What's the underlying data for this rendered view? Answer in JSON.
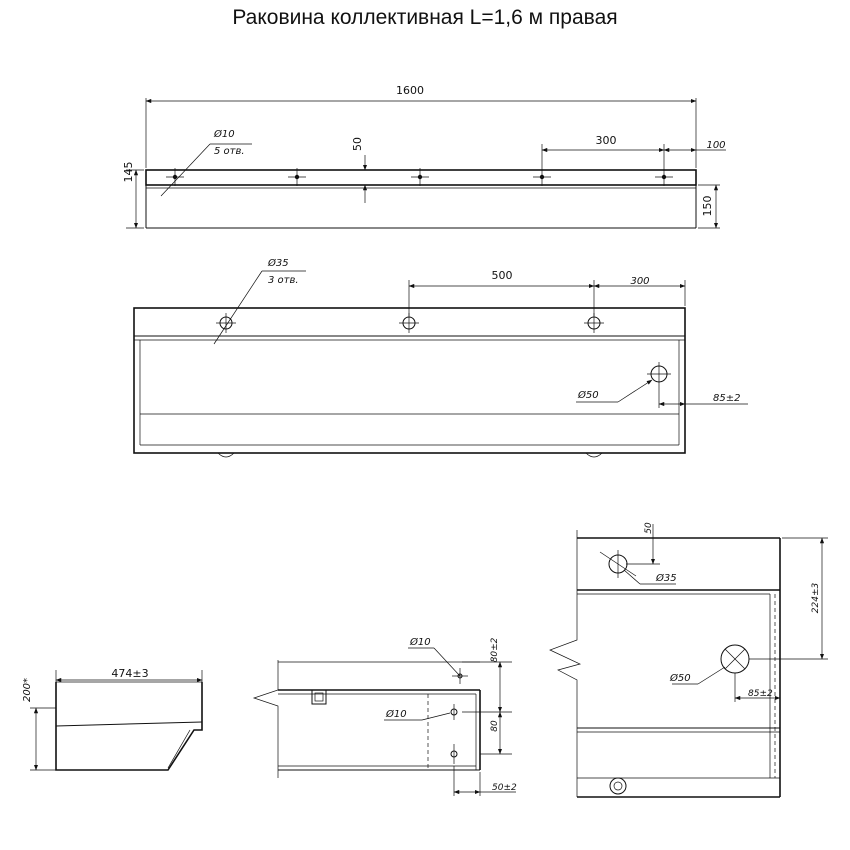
{
  "title": "Раковина коллективная L=1,6 м правая",
  "top_view": {
    "dim_length": "1600",
    "dim_height": "145",
    "dim_depth": "150",
    "dim_50": "50",
    "dim_spacing": "300",
    "dim_edge": "100",
    "hole_diameter": "Ø10",
    "hole_count": "5 отв."
  },
  "front_view": {
    "dim_spacing": "500",
    "dim_edge": "300",
    "hole_diameter": "Ø35",
    "hole_count": "3 отв.",
    "drain_diameter": "Ø50",
    "drain_offset": "85±2"
  },
  "side_view": {
    "width": "474±3",
    "height": "200*"
  },
  "detail_a": {
    "hole_top": "Ø10",
    "hole_mid": "Ø10",
    "dim_80_top": "80±2",
    "dim_80": "80",
    "dim_50": "50±2"
  },
  "detail_b": {
    "dim_50": "50",
    "hole": "Ø35",
    "dim_224": "224±3",
    "drain": "Ø50",
    "drain_offset": "85±2"
  }
}
